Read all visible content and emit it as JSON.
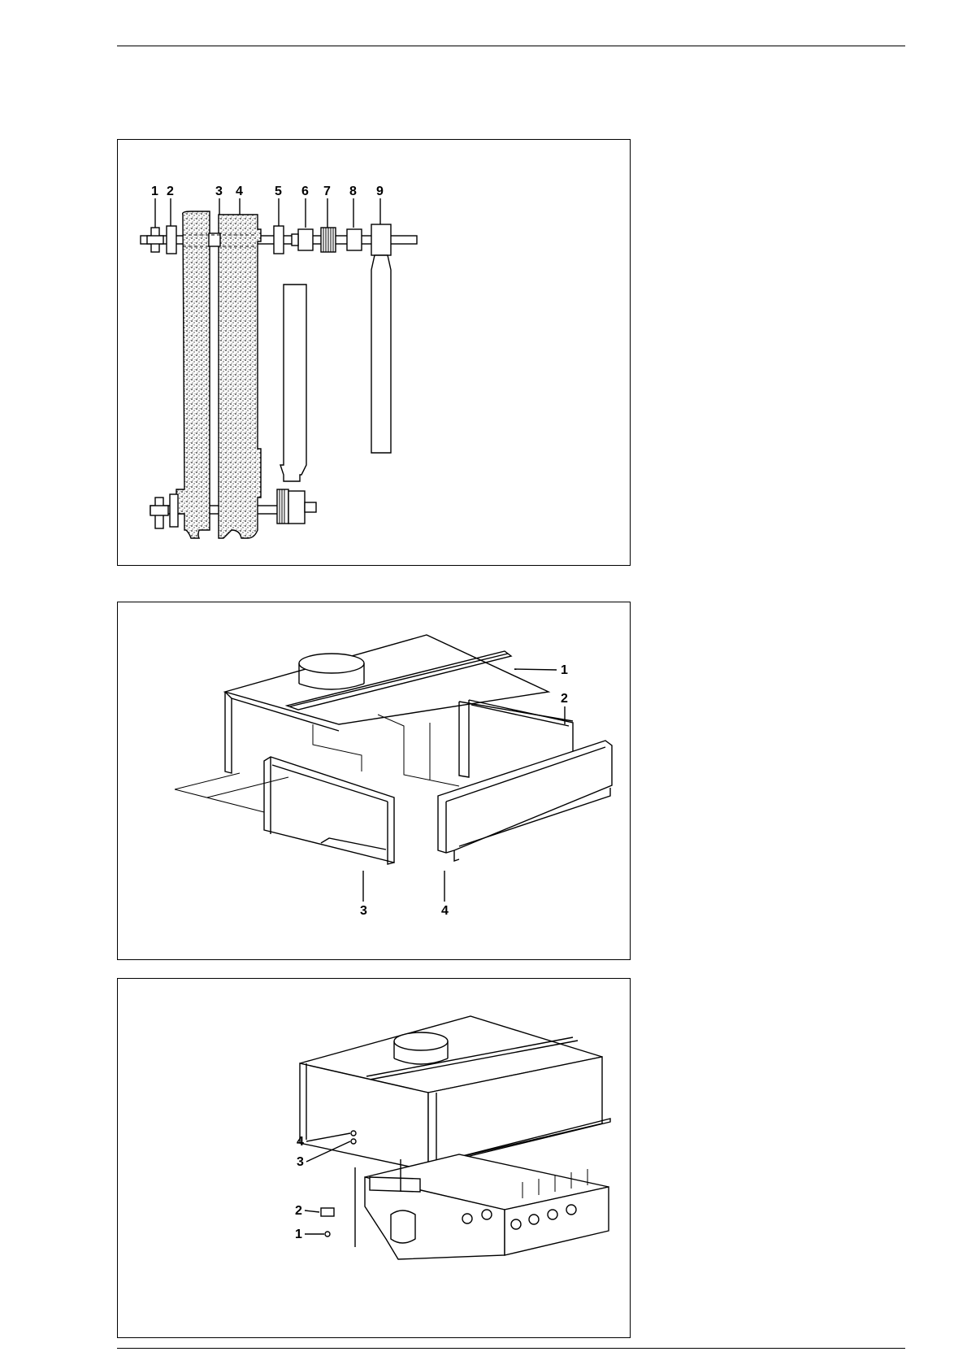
{
  "figure1": {
    "callouts": [
      "1",
      "2",
      "3",
      "4",
      "5",
      "6",
      "7",
      "8",
      "9"
    ]
  },
  "figure2": {
    "callouts": [
      "1",
      "2",
      "3",
      "4"
    ]
  },
  "figure3": {
    "callouts": [
      "1",
      "2",
      "3",
      "4"
    ]
  }
}
